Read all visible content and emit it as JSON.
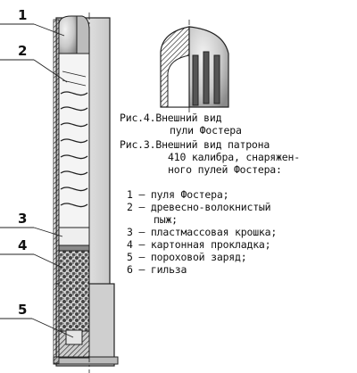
{
  "callouts": [
    "1",
    "2",
    "3",
    "4",
    "5"
  ],
  "captions": {
    "fig4_line1": "Рис.4.Внешний вид",
    "fig4_line2": "пули Фостера",
    "fig3_line1": "Рис.3.Внешний вид патрона",
    "fig3_line2": "410 калибра, снаряжен-",
    "fig3_line3": "ного пулей Фостера:"
  },
  "legend": [
    "1 – пуля Фостера;",
    "2 – древесно-волокнистый",
    "пыж;",
    "3 – пластмассовая крошка;",
    "4 – картонная прокладка;",
    "5 – пороховой заряд;",
    "6 – гильза"
  ]
}
